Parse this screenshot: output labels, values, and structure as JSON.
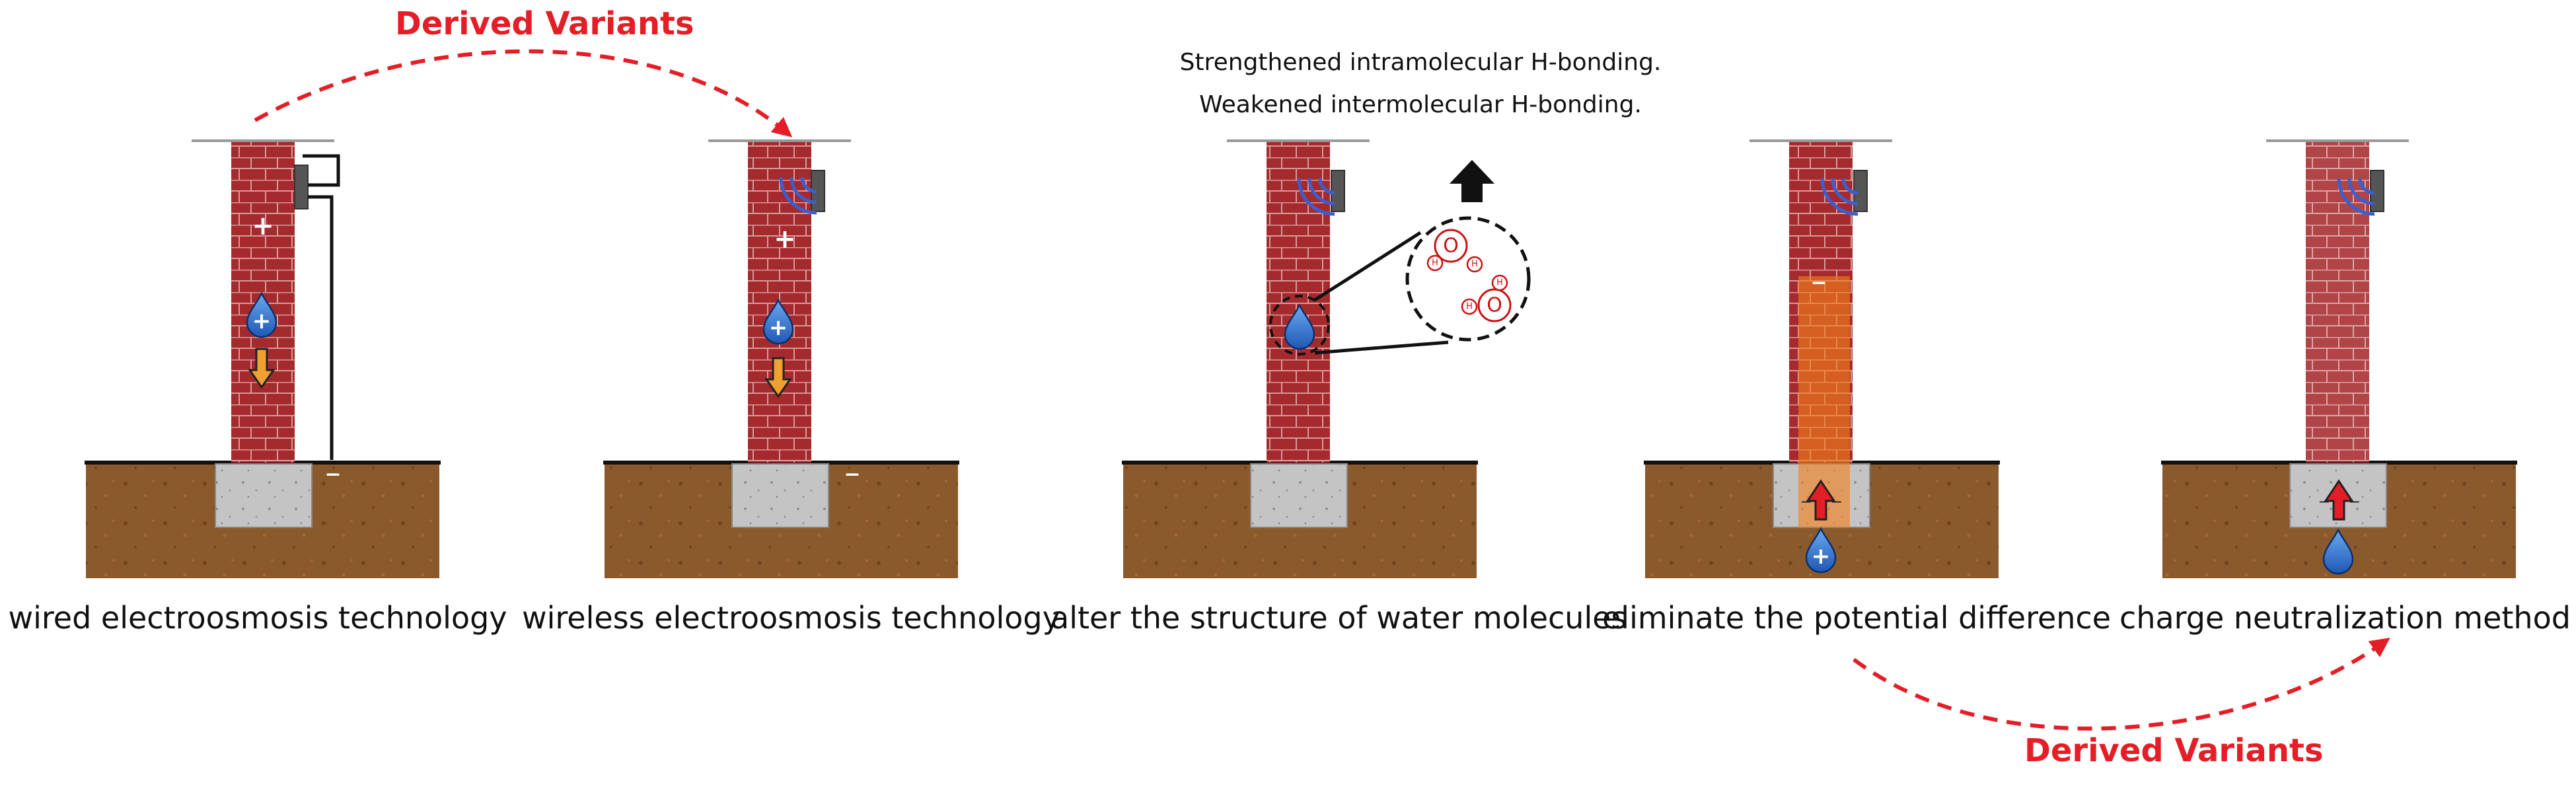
{
  "panels": [
    {
      "label": "wired electroosmosis technology"
    },
    {
      "label": "wireless electroosmosis technology"
    },
    {
      "label": "alter the structure of water molecules"
    },
    {
      "label": "eliminate the potential difference"
    },
    {
      "label": "charge neutralization method"
    }
  ],
  "variants": {
    "top_label": "Derived Variants",
    "bottom_label": "Derived Variants"
  },
  "notes": {
    "line1": "Strengthened intramolecular H-bonding.",
    "line2": "Weakened intermolecular H-bonding."
  },
  "symbols": {
    "plus": "+",
    "minus": "−",
    "oxygen": "O",
    "hydrogen": "H"
  },
  "colors": {
    "brick": "#a52a2e",
    "mortar": "#d9a0a0",
    "soil": "#8b5a2b",
    "concrete": "#bdbdbd",
    "water": "#2f6fc4",
    "arrow_orange": "#f0a030",
    "accent_red": "#e41e26",
    "wave_blue": "#3a5fcf"
  }
}
